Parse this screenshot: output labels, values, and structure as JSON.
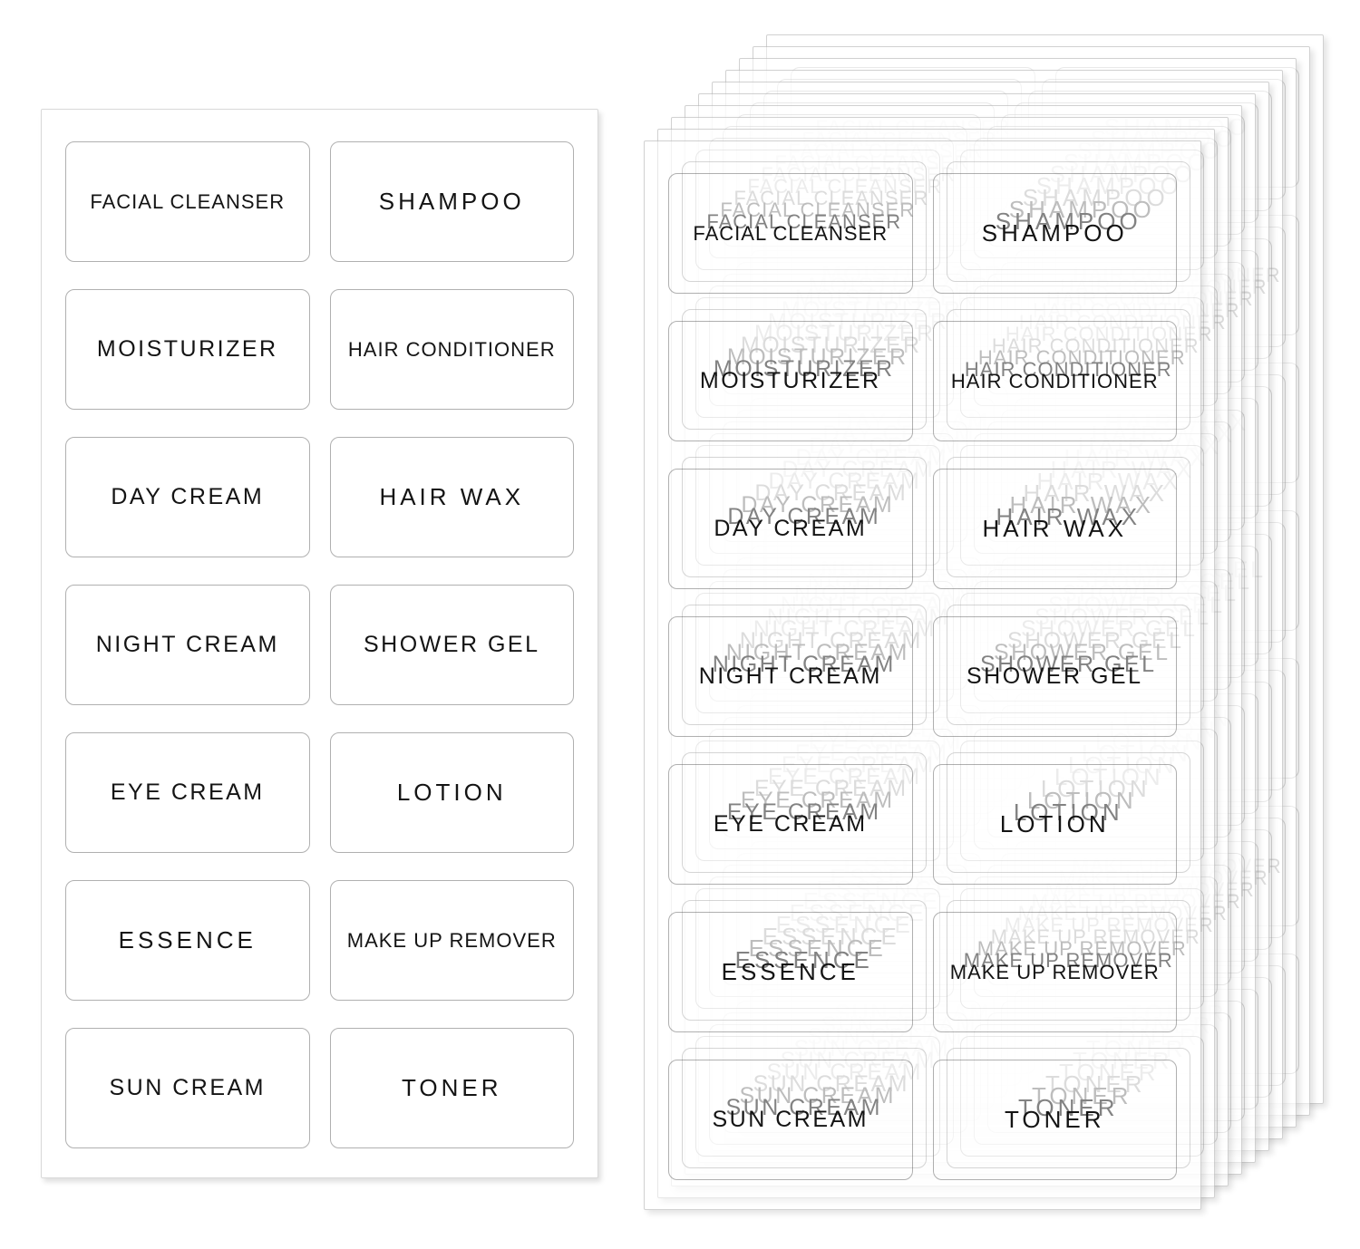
{
  "labels": {
    "items": [
      "FACIAL CLEANSER",
      "SHAMPOO",
      "MOISTURIZER",
      "HAIR CONDITIONER",
      "DAY CREAM",
      "HAIR WAX",
      "NIGHT CREAM",
      "SHOWER GEL",
      "EYE CREAM",
      "LOTION",
      "ESSENCE",
      "MAKE UP REMOVER",
      "SUN CREAM",
      "TONER"
    ]
  },
  "flat_sheet": {
    "label_count": 14,
    "columns": 2,
    "rows": 7
  },
  "stack": {
    "sheet_count": 10,
    "label_count_per_sheet": 14
  },
  "colors": {
    "background": "#ffffff",
    "label_text": "#141414",
    "label_border": "rgba(80,80,80,0.45)",
    "sheet_border_flat": "#d9d9d9",
    "sheet_border_stacked": "rgba(135,135,135,0.38)",
    "sheet_fill_stacked": "rgba(255,255,255,0.47)"
  }
}
